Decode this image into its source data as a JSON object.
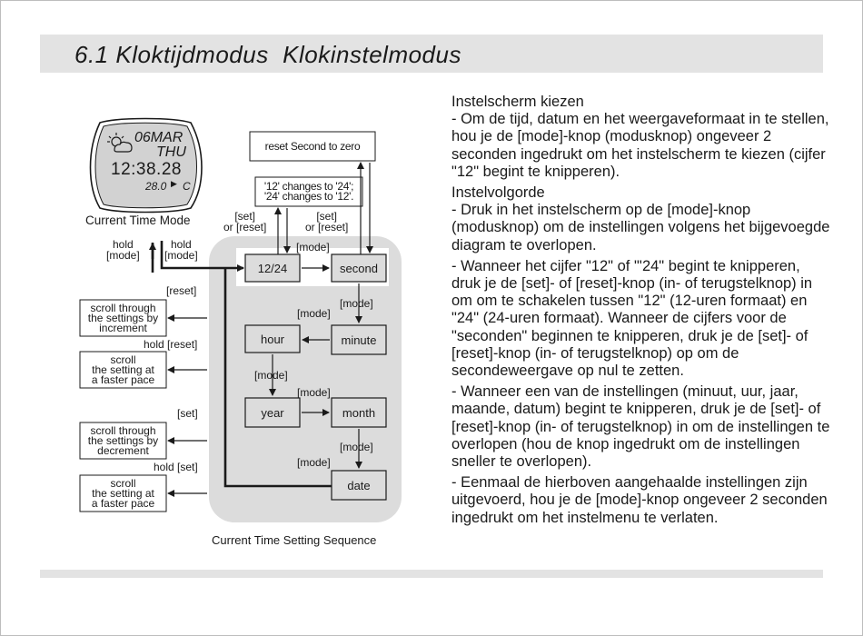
{
  "header": {
    "title": "6.1 Kloktijdmodus  Klokinstelmodus"
  },
  "watch": {
    "date": "06MAR",
    "day": "THU",
    "time": "12:38.28",
    "temp": "28.0",
    "temp_unit": "C",
    "caption": "Current Time Mode"
  },
  "diagram": {
    "reset_second_box": "reset Second to zero",
    "changes_box": "'12' changes to '24';\n'24' changes to '12'.",
    "set_or_reset_left": "[set]\nor [reset]",
    "set_or_reset_right": "[set]\nor [reset]",
    "hold_mode_left": "hold\n[mode]",
    "hold_mode_right": "hold\n[mode]",
    "mode": "[mode]",
    "reset": "[reset]",
    "hold_reset": "hold [reset]",
    "set": "[set]",
    "hold_set": "hold [set]",
    "boxes": {
      "h1224": "12/24",
      "second": "second",
      "hour": "hour",
      "minute": "minute",
      "year": "year",
      "month": "month",
      "date": "date"
    },
    "left_boxes": {
      "scroll_inc": "scroll through\nthe settings by\nincrement",
      "scroll_fast1": "scroll\nthe setting at\na faster pace",
      "scroll_dec": "scroll through\nthe settings by\ndecrement",
      "scroll_fast2": "scroll\nthe setting at\na faster pace"
    },
    "caption": "Current Time Setting Sequence"
  },
  "text": {
    "heading1": "Instelscherm kiezen",
    "para1": "- Om de tijd, datum en het weergaveformaat in te stellen, hou je de [mode]-knop (modusknop) ongeveer 2 seconden ingedrukt om het instelscherm te kiezen (cijfer \"12\" begint te knipperen).",
    "heading2": "Instelvolgorde",
    "para2": "- Druk in het instelscherm op de [mode]-knop (modusknop) om de instellingen volgens het bijgevoegde diagram te overlopen.",
    "para3": "- Wanneer het cijfer \"12\" of \"'24\" begint te knipperen, druk je de [set]- of [reset]-knop (in- of terugstelknop) in om om te schakelen tussen \"12\" (12-uren formaat) en \"24\" (24-uren formaat). Wanneer de cijfers voor de \"seconden\" beginnen te knipperen, druk je de [set]- of [reset]-knop (in- of terugstelknop) op om de secondeweergave op nul te zetten.",
    "para4": "- Wanneer een van de instellingen (minuut, uur, jaar, maande, datum) begint te knipperen, druk je de [set]- of [reset]-knop (in- of terugstelknop) in om de instellingen te overlopen (hou de knop ingedrukt om de instellingen sneller te overlopen).",
    "para5": "- Eenmaal de hierboven aangehaalde instellingen zijn uitgevoerd, hou je de [mode]-knop ongeveer 2 seconden ingedrukt om het instelmenu te verlaten."
  }
}
